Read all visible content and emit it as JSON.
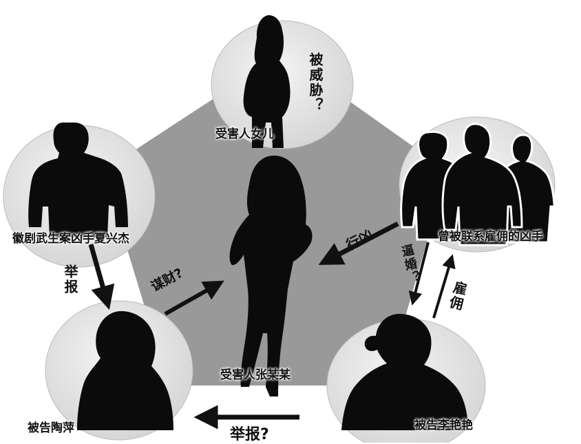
{
  "nodes": {
    "victim_daughter": {
      "label": "受害人女儿",
      "note": "被威胁？"
    },
    "convicted_killer": {
      "label": "徽剧武生案凶手夏兴杰"
    },
    "hired_killers": {
      "label": "曾被联系雇佣的凶手"
    },
    "defendant_tao": {
      "label": "被告陶萍"
    },
    "defendant_li": {
      "label": "被告李艳艳"
    },
    "victim": {
      "label": "受害人张某某"
    }
  },
  "edges": {
    "killer_to_tao": "举报",
    "tao_to_victim": "谋财?",
    "hired_to_victim": "行凶",
    "hired_to_li": "逼婚？",
    "li_to_hired": "雇佣",
    "li_to_tao": "举报?"
  },
  "colors": {
    "pentagon": "#9a9a9a",
    "circle": "#e6e6e6",
    "silhouette": "#0b0b0b",
    "arrow": "#111111"
  }
}
